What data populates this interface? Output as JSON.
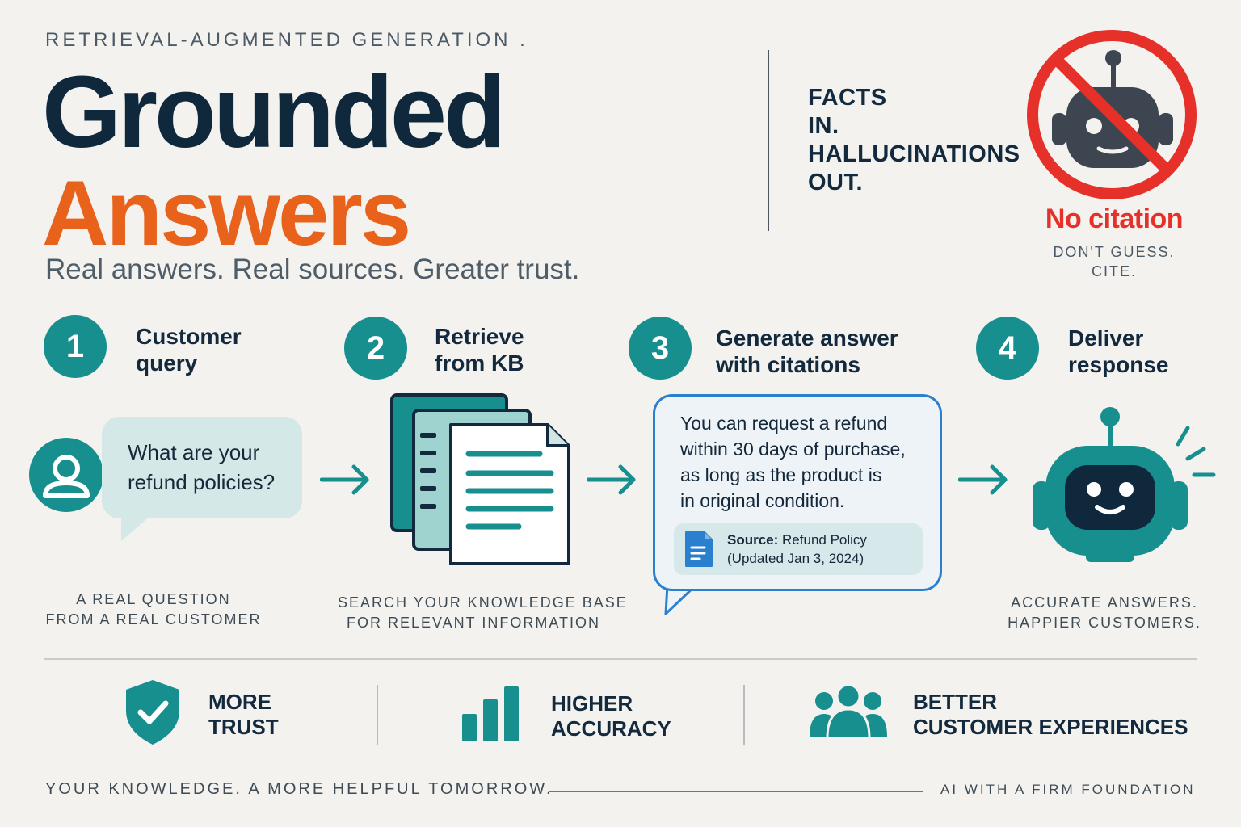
{
  "header": {
    "eyebrow": "RETRIEVAL-AUGMENTED GENERATION .",
    "title_line1": "Grounded",
    "title_line2": "Answers",
    "subtitle": "Real answers. Real sources. Greater trust."
  },
  "slogan": {
    "lines": [
      "FACTS",
      "IN.",
      "HALLUCINATIONS",
      "OUT."
    ]
  },
  "no_citation": {
    "icon": "no-robot-icon",
    "label": "No citation",
    "sub_line1": "DON'T GUESS.",
    "sub_line2": "CITE."
  },
  "steps": [
    {
      "number": "1",
      "title_line1": "Customer",
      "title_line2": "query",
      "caption_line1": "A REAL QUESTION",
      "caption_line2": "FROM A REAL CUSTOMER"
    },
    {
      "number": "2",
      "title_line1": "Retrieve",
      "title_line2": "from KB",
      "caption_line1": "SEARCH YOUR KNOWLEDGE BASE",
      "caption_line2": "FOR RELEVANT INFORMATION"
    },
    {
      "number": "3",
      "title_line1": "Generate answer",
      "title_line2": "with citations"
    },
    {
      "number": "4",
      "title_line1": "Deliver",
      "title_line2": "response",
      "caption_line1": "ACCURATE ANSWERS.",
      "caption_line2": "HAPPIER CUSTOMERS."
    }
  ],
  "query": {
    "line1": "What are your",
    "line2": "refund policies?"
  },
  "answer": {
    "line1": "You can request a refund",
    "line2": "within 30 days of purchase,",
    "line3": "as long as the product is",
    "line4": "in original condition.",
    "source_label": "Source:",
    "source_name": "Refund Policy",
    "source_updated": "(Updated Jan 3, 2024)"
  },
  "benefits": [
    {
      "icon": "shield-check-icon",
      "line1": "MORE",
      "line2": "TRUST"
    },
    {
      "icon": "bar-chart-icon",
      "line1": "HIGHER",
      "line2": "ACCURACY"
    },
    {
      "icon": "people-icon",
      "line1": "BETTER",
      "line2": "CUSTOMER EXPERIENCES"
    }
  ],
  "footer": {
    "left": "YOUR KNOWLEDGE. A MORE HELPFUL TOMORROW.",
    "right": "AI WITH A FIRM FOUNDATION"
  },
  "colors": {
    "background": "#f3f2ee",
    "navy": "#10283c",
    "orange": "#e8621c",
    "teal": "#178f8e",
    "red": "#e6312a",
    "blue": "#2b7fcf"
  }
}
